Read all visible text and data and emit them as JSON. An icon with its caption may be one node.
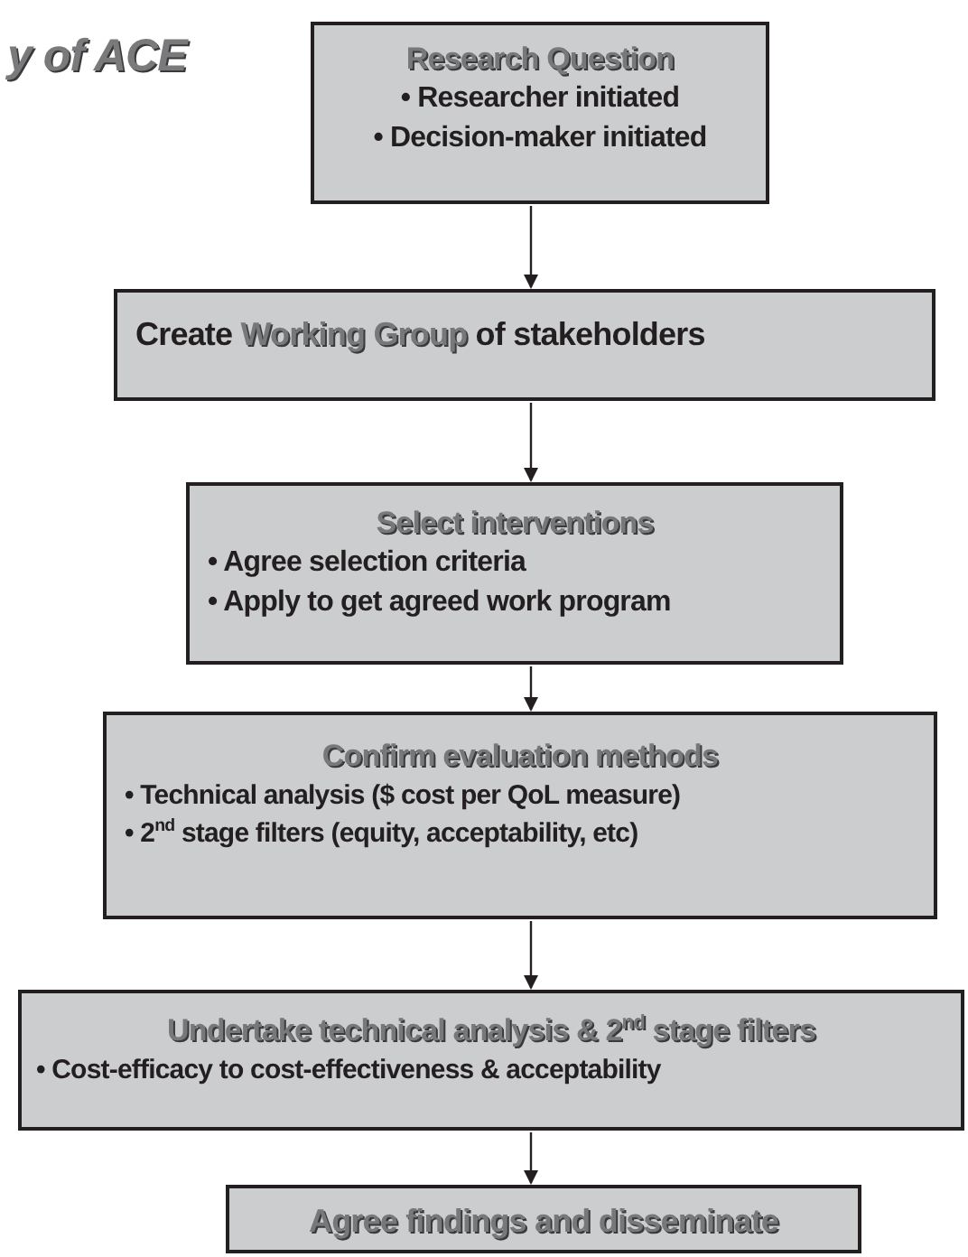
{
  "diagram": {
    "title": "y of ACE",
    "nodes": [
      {
        "text": [
          "Research Question",
          "• Researcher initiated",
          "• Decision-maker initiated"
        ]
      },
      {
        "text": [
          "Create **Working Group** of stakeholders"
        ]
      },
      {
        "text": [
          "Select interventions",
          "• Agree selection criteria",
          "• Apply to get agreed work program"
        ]
      },
      {
        "text": [
          "Confirm evaluation methods",
          "• Technical analysis ($ cost per QoL measure)",
          "• 2$^{nd}$ stage filters (equity, acceptability, etc)"
        ]
      },
      {
        "text": [
          "Undertake technical analysis & 2$^{nd}$ stage filters",
          "• Cost-efficacy to cost-effectiveness & acceptability"
        ]
      },
      {
        "text": [
          "Agree findings and disseminate"
        ]
      }
    ],
    "edges": [
      {
        "from": 0,
        "to": 1,
        "arrow": "to"
      },
      {
        "from": 1,
        "to": 2,
        "arrow": "to"
      },
      {
        "from": 2,
        "to": 3,
        "arrow": "to"
      },
      {
        "from": 3,
        "to": 4,
        "arrow": "to"
      },
      {
        "from": 4,
        "to": 5,
        "arrow": "to"
      }
    ]
  }
}
